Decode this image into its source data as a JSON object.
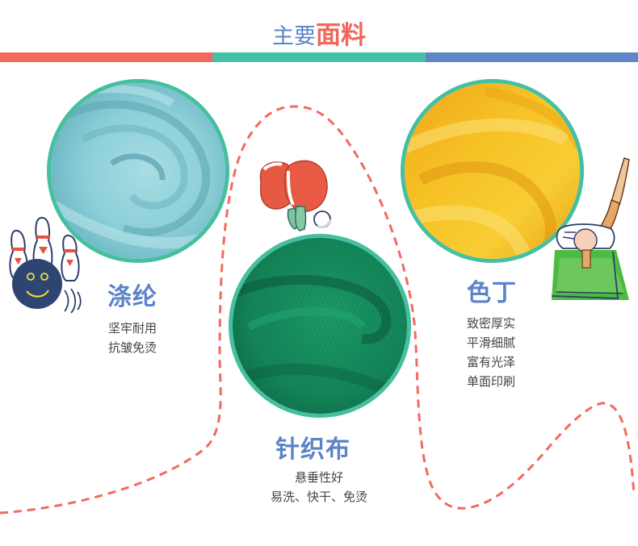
{
  "header": {
    "title_part1": "主要",
    "title_part2": "面料",
    "title_colors": {
      "part1": "#5b84c8",
      "part2": "#f2665a"
    },
    "stripe_colors": [
      "#f36a5c",
      "#45c1a5",
      "#5e86c8"
    ]
  },
  "fabrics": [
    {
      "name": "涤纶",
      "features": [
        "坚牢耐用",
        "抗皱免烫"
      ],
      "swatch_color": "#8fd0d8",
      "icon": "bowling-icon"
    },
    {
      "name": "针织布",
      "features": [
        "悬垂性好",
        "易洗、快干、免烫"
      ],
      "swatch_color": "#16875a",
      "icon": "ping-pong-icon"
    },
    {
      "name": "色丁",
      "features": [
        "致密厚实",
        "平滑细腻",
        "富有光泽",
        "单面印刷"
      ],
      "swatch_color": "#f3b614",
      "icon": "cricket-icon"
    }
  ],
  "decor": {
    "dashed_line_color": "#f26a5e",
    "circle_border_color": "#45bf9f"
  }
}
